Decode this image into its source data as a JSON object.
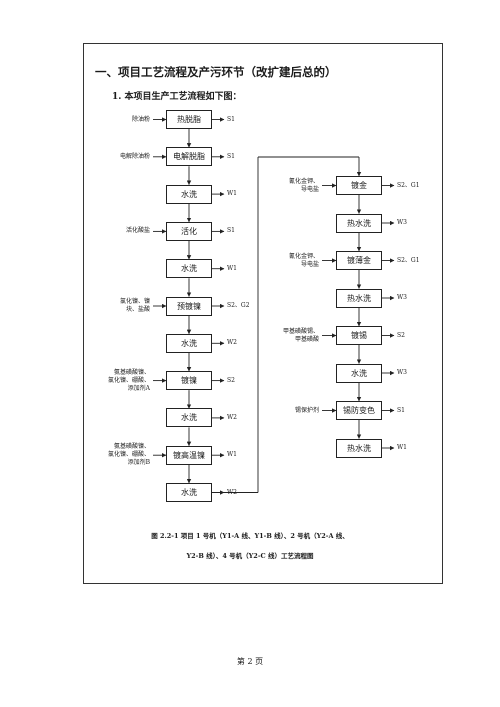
{
  "heading": "一、项目工艺流程及产污环节（改扩建后总的）",
  "subheading": "1. 本项目生产工艺流程如下图：",
  "left_column": [
    {
      "step": "热脱脂",
      "input": [
        "除油粉"
      ],
      "output": "S1"
    },
    {
      "step": "电解脱脂",
      "input": [
        "电解除油粉"
      ],
      "output": "S1"
    },
    {
      "step": "水洗",
      "input": [],
      "output": "W1"
    },
    {
      "step": "活化",
      "input": [
        "活化酸盐"
      ],
      "output": "S1"
    },
    {
      "step": "水洗",
      "input": [],
      "output": "W1"
    },
    {
      "step": "预镀镍",
      "input": [
        "氯化镍、镍",
        "块、盐酸"
      ],
      "output": "S2、G2"
    },
    {
      "step": "水洗",
      "input": [],
      "output": "W2"
    },
    {
      "step": "镀镍",
      "input": [
        "氨基磺酸镍、",
        "氯化镍、硼酸、",
        "添加剂A"
      ],
      "output": "S2"
    },
    {
      "step": "水洗",
      "input": [],
      "output": "W2"
    },
    {
      "step": "镀高温镍",
      "input": [
        "氨基磺酸镍、",
        "氯化镍、硼酸、",
        "添加剂B"
      ],
      "output": "W1"
    },
    {
      "step": "水洗",
      "input": [],
      "output": "W2"
    }
  ],
  "right_column": [
    {
      "step": "镀金",
      "input": [
        "氰化金钾、",
        "导电盐"
      ],
      "output": "S2、G1"
    },
    {
      "step": "热水洗",
      "input": [],
      "output": "W3"
    },
    {
      "step": "镀薄金",
      "input": [
        "氰化金钾、",
        "导电盐"
      ],
      "output": "S2、G1"
    },
    {
      "step": "热水洗",
      "input": [],
      "output": "W3"
    },
    {
      "step": "镀锡",
      "input": [
        "甲基磺酸锡、",
        "甲基磺酸"
      ],
      "output": "S2"
    },
    {
      "step": "水洗",
      "input": [],
      "output": "W3"
    },
    {
      "step": "锡防变色",
      "input": [
        "锡保护剂"
      ],
      "output": "S1"
    },
    {
      "step": "热水洗",
      "input": [],
      "output": "W1"
    }
  ],
  "caption_line1": "图 2.2-1 项目 1 号机（Y1-A 线、Y1-B 线）、2 号机（Y2-A 线、",
  "caption_line2": "Y2-B 线）、4 号机（Y2-C 线）工艺流程图",
  "page_number": "第 2 页"
}
